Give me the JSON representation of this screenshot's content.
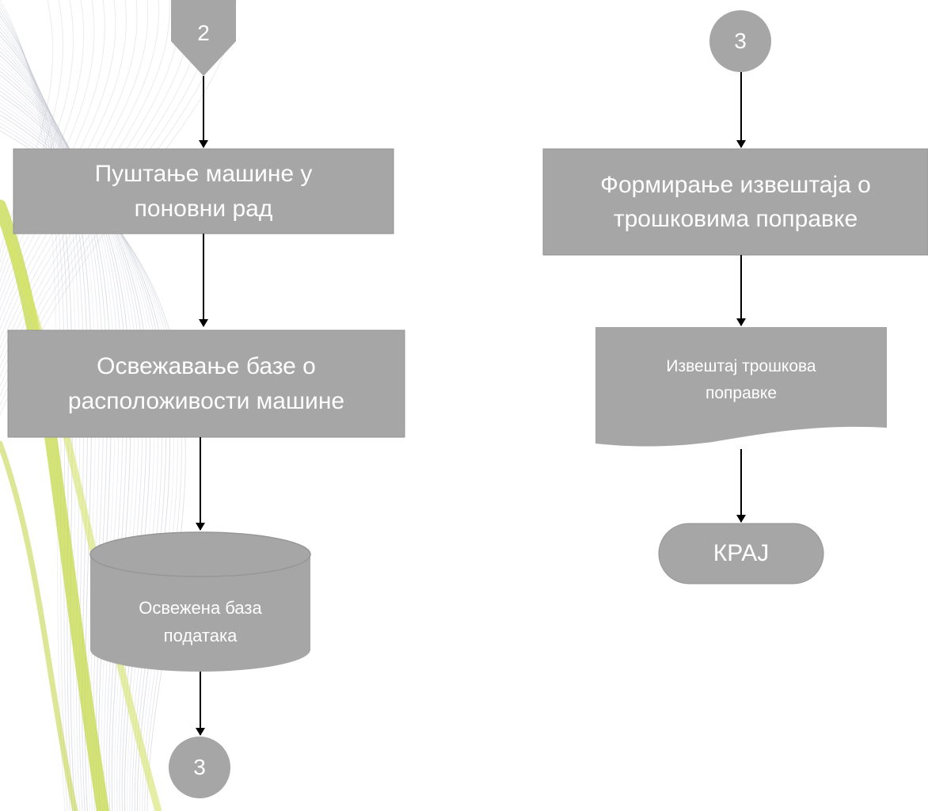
{
  "left": {
    "connector_top": "2",
    "step1": "Пуштање машине у\nпоновни рад",
    "step2": "Освежавање базе о\nрасположивости машине",
    "database": "Освежена база\nподатака",
    "connector_bottom": "3"
  },
  "right": {
    "connector_top": "3",
    "step1": "Формирање извештаја о\nтрошковима поправке",
    "document": "Извештај трошкова\nпоправке",
    "terminator": "КРАЈ"
  },
  "colors": {
    "shape_fill": "#a6a6a6",
    "shape_edge": "#8c8c8c",
    "text": "#ffffff",
    "arrow": "#000000",
    "accent_green": "#c5d94a",
    "bg_lines": "#b9bcc8"
  }
}
